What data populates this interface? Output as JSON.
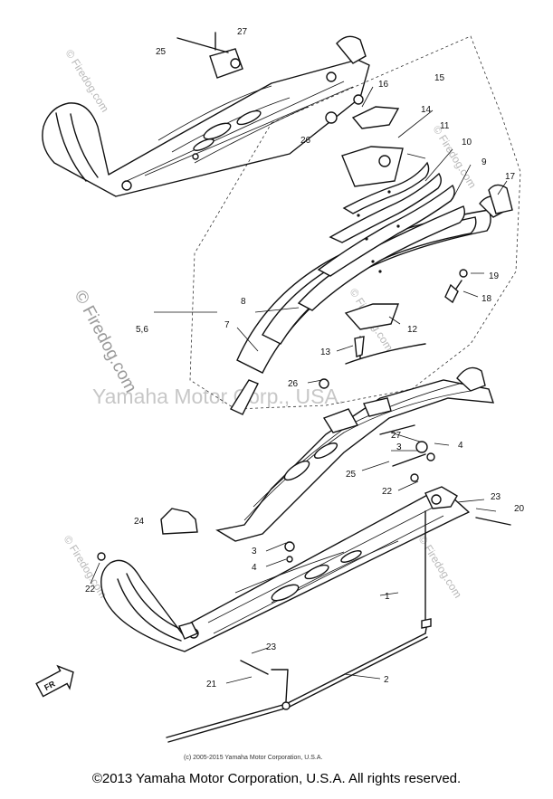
{
  "watermarks": {
    "brand_vertical": "© Firedog.com",
    "brand_small": "© Firedog.com",
    "center_text": "Yamaha Motor Corp., USA."
  },
  "callouts": [
    "27",
    "25",
    "16",
    "15",
    "26",
    "14",
    "11",
    "10",
    "9",
    "17",
    "19",
    "18",
    "8",
    "5,6",
    "7",
    "12",
    "13",
    "26",
    "27",
    "3",
    "4",
    "25",
    "22",
    "23",
    "20",
    "24",
    "3",
    "4",
    "1",
    "22",
    "23",
    "21",
    "2"
  ],
  "caption": "(c) 2005-2015 Yamaha Motor Corporation, U.S.A.",
  "footer": "©2013 Yamaha Motor Corporation, U.S.A. All rights reserved.",
  "front_badge": "FR"
}
